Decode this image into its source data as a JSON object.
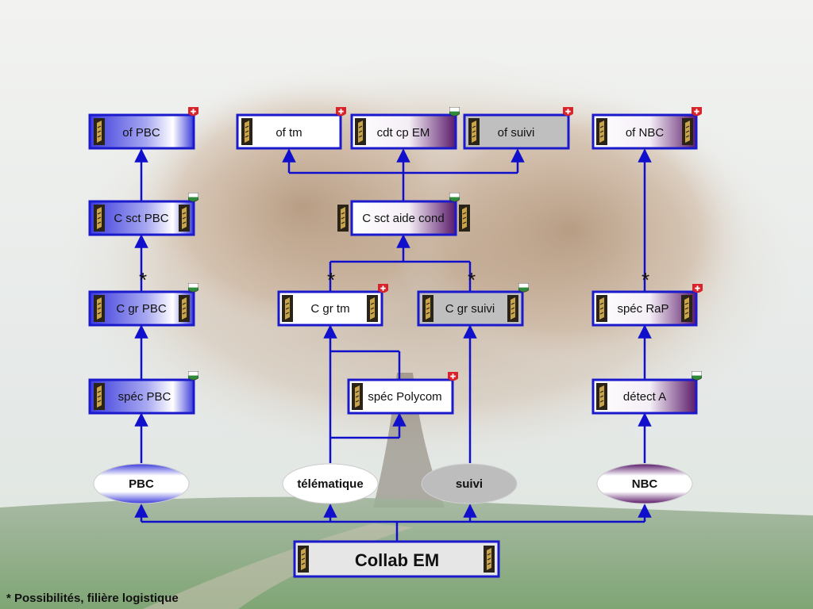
{
  "colors": {
    "connector": "#1010cc",
    "box_border": "#1a1acc",
    "blue_fill": "#4a4ae0",
    "purple_fill": "#5a1a6a",
    "gray_fill": "#bfbfbf",
    "swiss_red": "#d8232a",
    "vaud_green": "#2e8b3a"
  },
  "nodes": {
    "of_pbc": "of PBC",
    "of_tm": "of tm",
    "cdt_cp_em": "cdt cp EM",
    "of_suivi": "of suivi",
    "of_nbc": "of NBC",
    "c_sct_pbc": "C sct PBC",
    "c_sct_aide_cond": "C sct aide cond",
    "c_gr_pbc": "C gr PBC",
    "c_gr_tm": "C gr tm",
    "c_gr_suivi": "C gr suivi",
    "spec_rap": "spéc RaP",
    "spec_pbc": "spéc PBC",
    "spec_polycom": "spéc Polycom",
    "detect_a": "détect A"
  },
  "branches": {
    "pbc": "PBC",
    "telematique": "télématique",
    "suivi": "suivi",
    "nbc": "NBC"
  },
  "root": "Collab EM",
  "marker": "*",
  "footnote": "* Possibilités, filière logistique"
}
